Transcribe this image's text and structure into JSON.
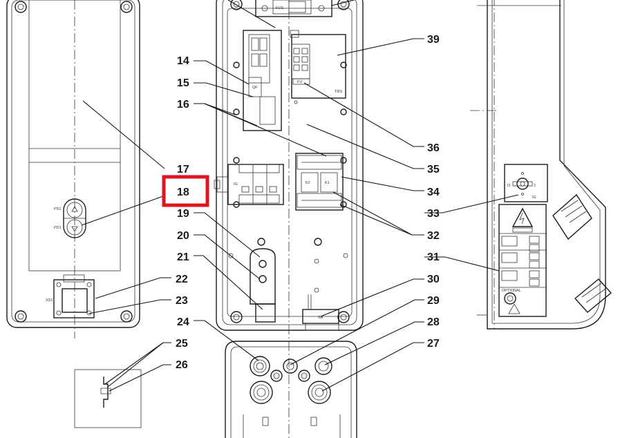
{
  "callouts": {
    "c14": "14",
    "c15": "15",
    "c16": "16",
    "c17": "17",
    "c18": "18",
    "c19": "19",
    "c20": "20",
    "c21": "21",
    "c22": "22",
    "c23": "23",
    "c24": "24",
    "c25": "25",
    "c26": "26",
    "c27": "27",
    "c28": "28",
    "c29": "29",
    "c30": "30",
    "c31": "31",
    "c32": "32",
    "c33": "33",
    "c34": "34",
    "c35": "35",
    "c36": "36",
    "c39": "39"
  },
  "highlighted_callout": "18",
  "highlight_color": "#e0141e",
  "component_labels": {
    "ps1": "PS1",
    "pd1": "PD1",
    "xs1": "XS1",
    "ig": "IG",
    "k2": "K2",
    "k1": "K1",
    "trs": "TRS",
    "sa": "SA",
    "optional": "OPTIONAL",
    "o": "O",
    "one": "1",
    "two": "2",
    "fus": "FUS",
    "qf": "QF",
    "fu": "FU"
  }
}
